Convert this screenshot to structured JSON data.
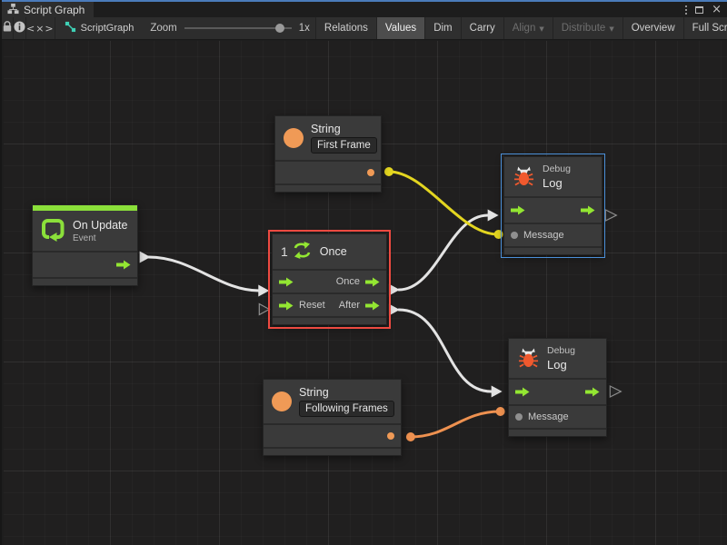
{
  "window": {
    "tab_title": "Script Graph"
  },
  "toolbar": {
    "graph_name": "ScriptGraph",
    "zoom_label": "Zoom",
    "zoom_value": "1x",
    "buttons": [
      {
        "label": "Relations",
        "state": "normal"
      },
      {
        "label": "Values",
        "state": "active"
      },
      {
        "label": "Dim",
        "state": "normal"
      },
      {
        "label": "Carry",
        "state": "normal"
      },
      {
        "label": "Align",
        "state": "disabled",
        "dropdown": true
      },
      {
        "label": "Distribute",
        "state": "disabled",
        "dropdown": true
      },
      {
        "label": "Overview",
        "state": "normal"
      },
      {
        "label": "Full Screen",
        "state": "normal"
      }
    ]
  },
  "icons": {
    "caret": "▼",
    "close": "×",
    "code": "<×>"
  },
  "graph": {
    "nodes": {
      "string_first": {
        "type_label": "String",
        "value": "First Frame"
      },
      "string_following": {
        "type_label": "String",
        "value": "Following Frames"
      },
      "on_update": {
        "title": "On Update",
        "subtitle": "Event"
      },
      "once": {
        "badge": "1",
        "title": "Once",
        "port_out_once": "Once",
        "port_in_reset": "Reset",
        "port_out_after": "After"
      },
      "debug_top": {
        "category": "Debug",
        "title": "Log",
        "port_message": "Message",
        "selected": true
      },
      "debug_bottom": {
        "category": "Debug",
        "title": "Log",
        "port_message": "Message",
        "selected": false
      }
    }
  },
  "colors": {
    "topline_blue": "#4a7bba",
    "canvas_bg": "#201f1f",
    "node_bg": "#3a3a3a",
    "flow_green": "#93e632",
    "event_green": "#8be03a",
    "value_orange": "#f09a56",
    "bug_orange": "#f0592e",
    "wire_exec": "#e3e3e3",
    "wire_yellow": "#e3d520",
    "wire_orange": "#ee9150",
    "selection_blue": "#4c90d8",
    "selection_red": "#ed4a41",
    "teal": "#3fd0b5"
  }
}
